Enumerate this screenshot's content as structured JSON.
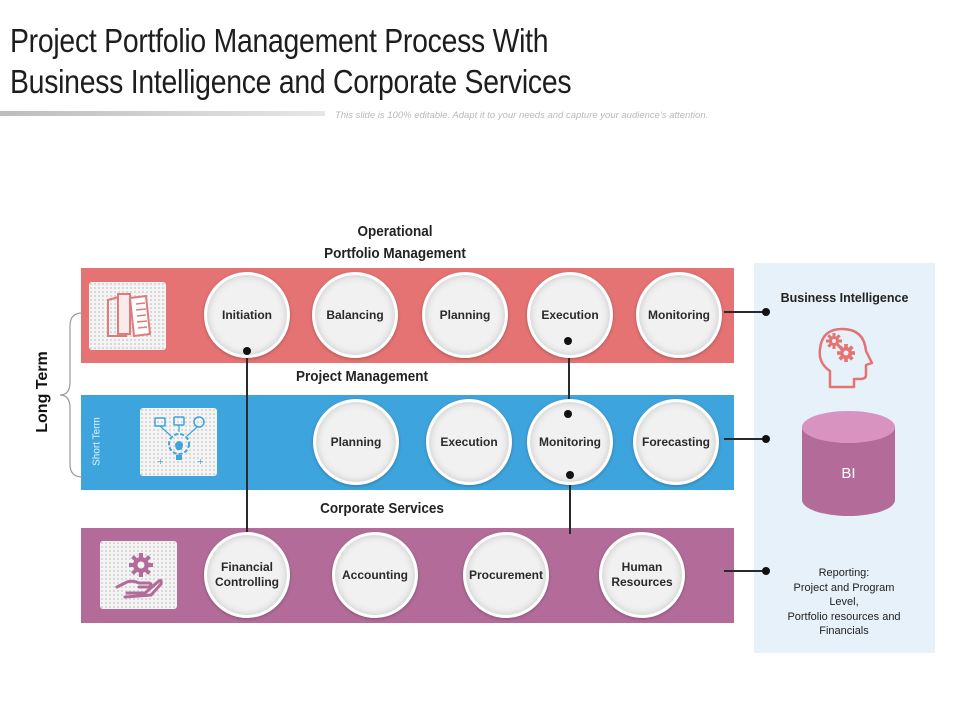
{
  "header": {
    "title_line1": "Project Portfolio Management Process With",
    "title_line2": "Business Intelligence and Corporate Services",
    "subtitle": "This slide is 100% editable. Adapt it to your needs and capture your audience's attention."
  },
  "labels": {
    "operational_line1": "Operational",
    "operational_line2": "Portfolio Management",
    "project_management": "Project Management",
    "corporate_services": "Corporate Services",
    "long_term": "Long Term",
    "short_term": "Short Term"
  },
  "operational_steps": [
    "Initiation",
    "Balancing",
    "Planning",
    "Execution",
    "Monitoring"
  ],
  "project_steps": [
    "Planning",
    "Execution",
    "Monitoring",
    "Forecasting"
  ],
  "corporate_steps": [
    "Financial Controlling",
    "Accounting",
    "Procurement",
    "Human Resources"
  ],
  "bi_panel": {
    "title": "Business Intelligence",
    "cylinder_label": "BI",
    "reporting_line1": "Reporting:",
    "reporting_line2": "Project and Program",
    "reporting_line3": "Level,",
    "reporting_line4": "Portfolio resources and",
    "reporting_line5": "Financials"
  },
  "colors": {
    "operational_band": "#e57373",
    "project_band": "#3ea4de",
    "corporate_band": "#b36c99",
    "panel_bg": "#e6f1fa",
    "cylinder": "#b36c99"
  }
}
